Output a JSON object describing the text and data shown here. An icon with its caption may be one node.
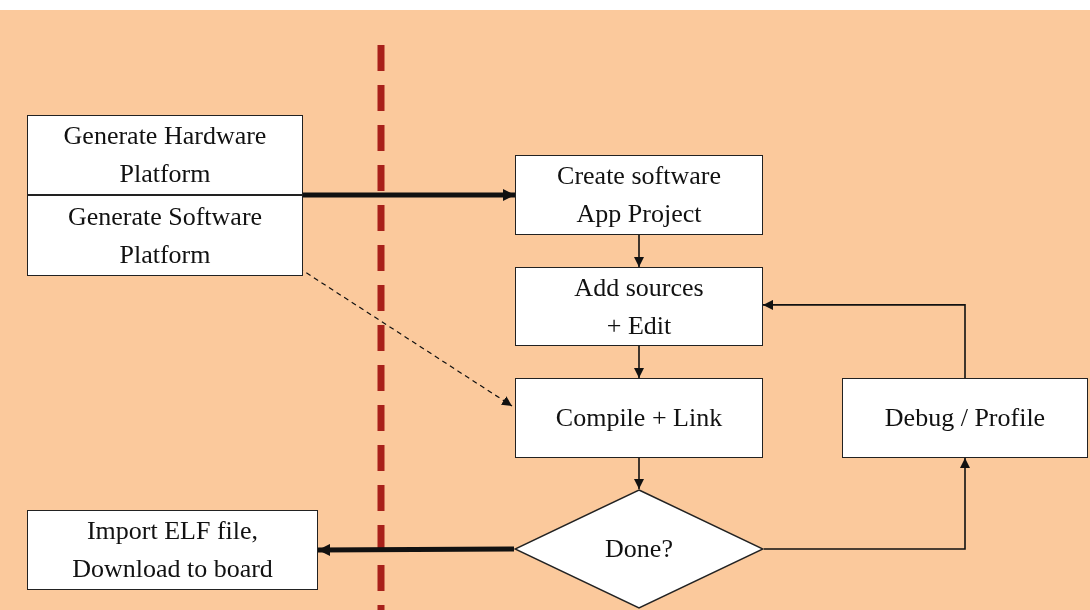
{
  "diagram": {
    "nodes": [
      {
        "text": [
          "Generate Hardware Platform"
        ]
      },
      {
        "text": [
          "Generate Software Platform"
        ]
      },
      {
        "text": [
          "Create software App Project"
        ]
      },
      {
        "text": [
          "Add sources + Edit"
        ]
      },
      {
        "text": [
          "Compile + Link"
        ]
      },
      {
        "text": [
          "Debug / Profile"
        ]
      },
      {
        "text": [
          "Done?"
        ]
      },
      {
        "text": [
          "Import ELF file, Download to board"
        ]
      }
    ],
    "edges": [
      {
        "from": 0,
        "to": 2,
        "arrow": "to",
        "style": "thick"
      },
      {
        "from": 1,
        "to": 4,
        "arrow": "to",
        "style": "dashed"
      },
      {
        "from": 2,
        "to": 3,
        "arrow": "to"
      },
      {
        "from": 3,
        "to": 4,
        "arrow": "to"
      },
      {
        "from": 4,
        "to": 6,
        "arrow": "to"
      },
      {
        "from": 6,
        "to": 7,
        "arrow": "to",
        "style": "thick"
      },
      {
        "from": 6,
        "to": 5,
        "arrow": "to"
      },
      {
        "from": 5,
        "to": 3,
        "arrow": "to"
      }
    ]
  }
}
